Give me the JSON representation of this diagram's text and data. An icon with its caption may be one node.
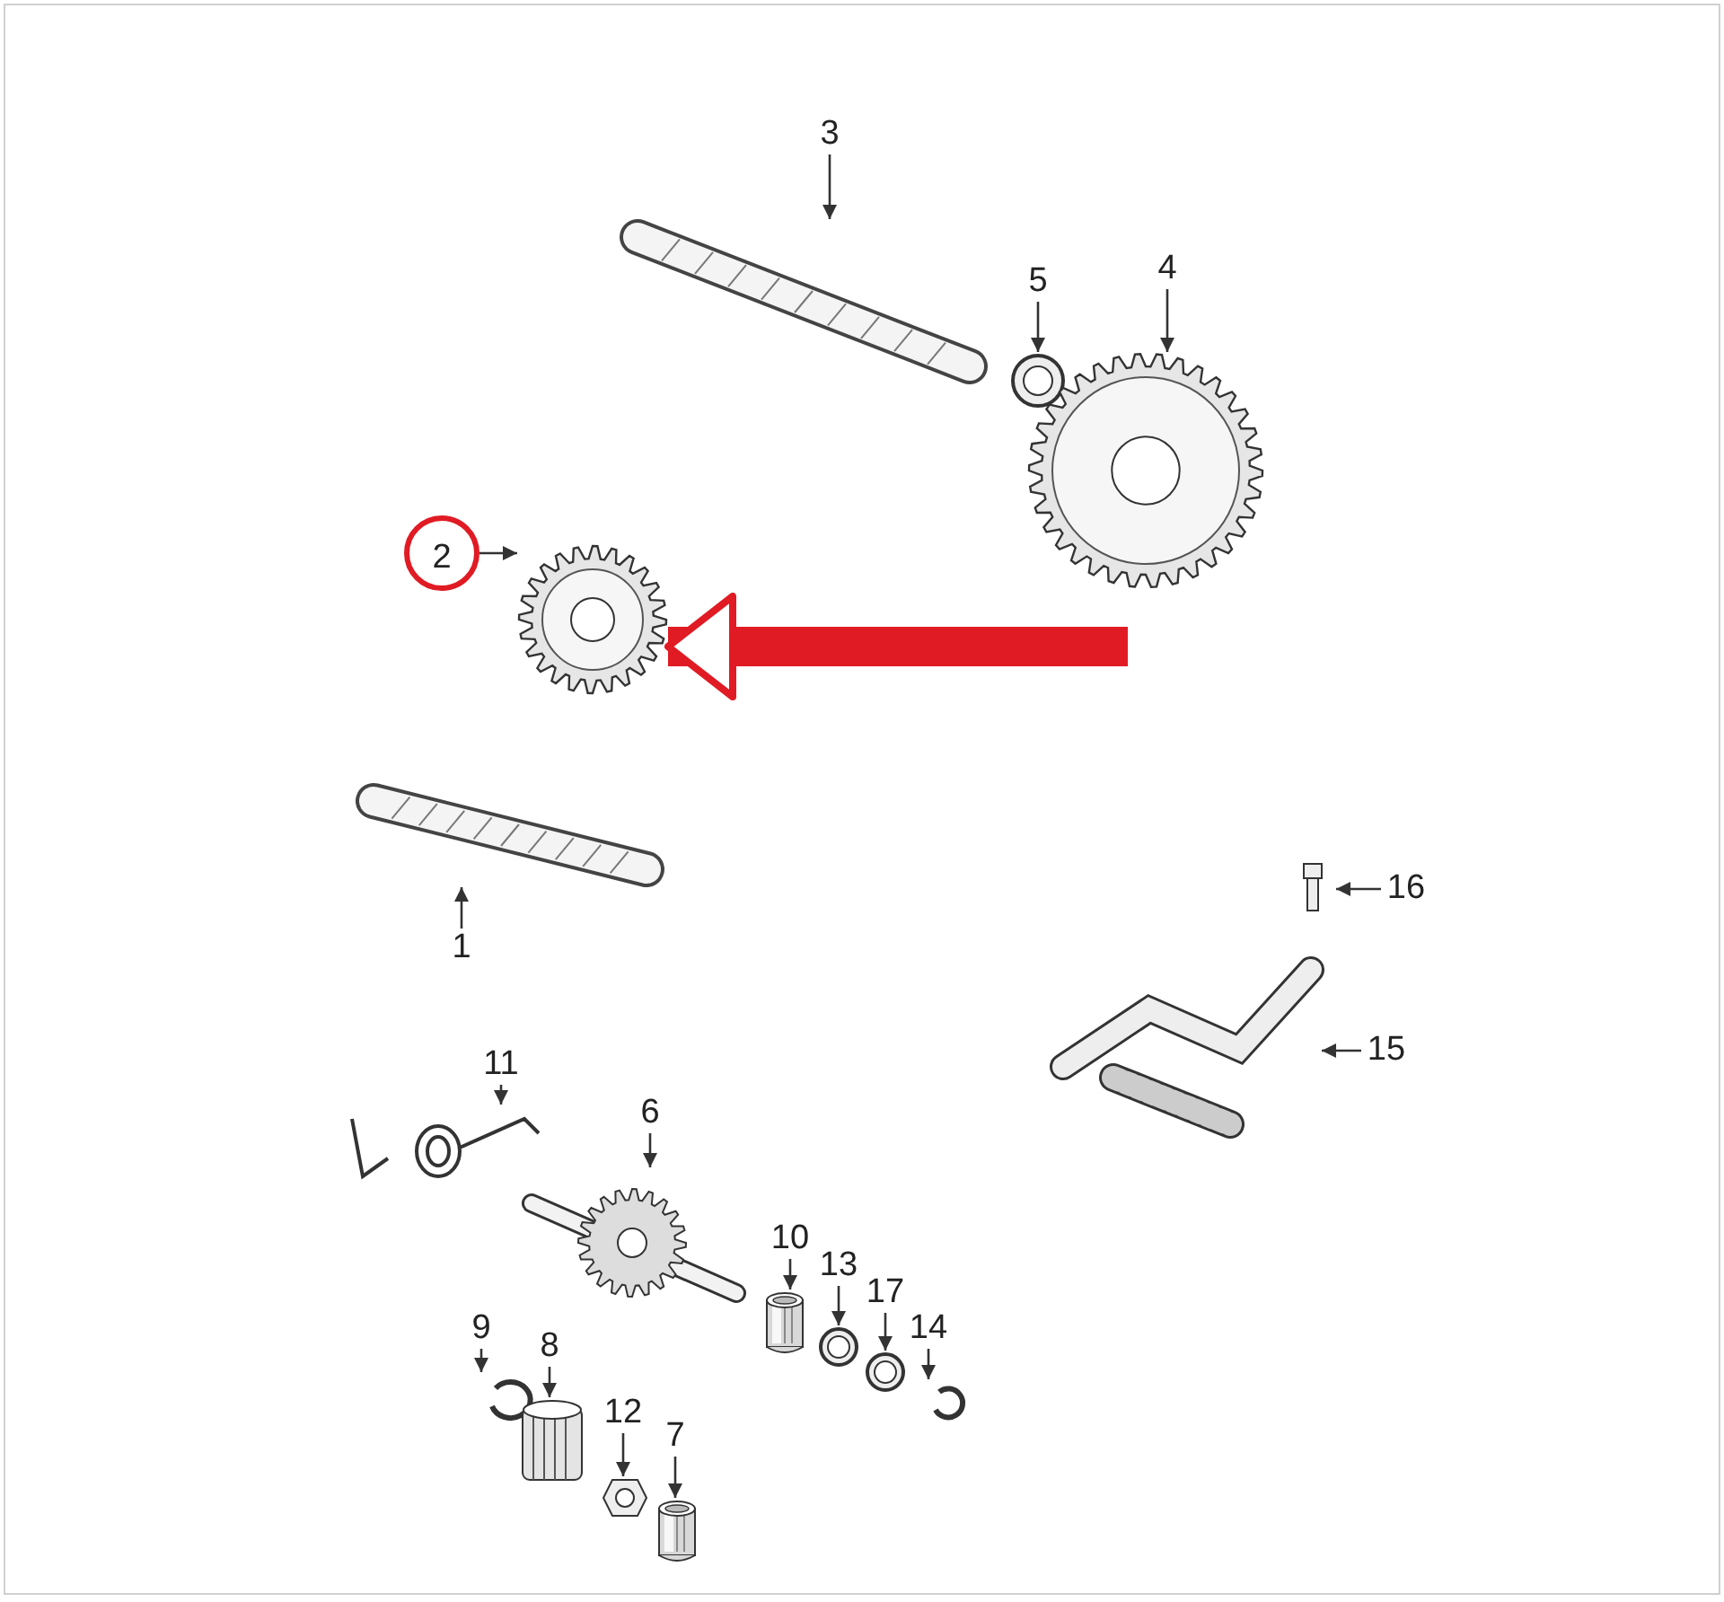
{
  "diagram": {
    "nodes": [
      {
        "text": [
          "3"
        ]
      },
      {
        "text": [],
        "shape": "picture"
      },
      {
        "text": [
          "5"
        ]
      },
      {
        "text": [],
        "shape": "picture"
      },
      {
        "text": [
          "4"
        ]
      },
      {
        "text": [],
        "shape": "picture"
      },
      {
        "text": [
          "2"
        ]
      },
      {
        "text": [],
        "shape": "picture"
      },
      {
        "text": [
          "1"
        ]
      },
      {
        "text": [],
        "shape": "picture"
      },
      {
        "text": [
          "16"
        ]
      },
      {
        "text": [],
        "shape": "picture"
      },
      {
        "text": [
          "15"
        ]
      },
      {
        "text": [],
        "shape": "picture"
      },
      {
        "text": [
          "11"
        ]
      },
      {
        "text": [],
        "shape": "picture"
      },
      {
        "text": [
          "6"
        ]
      },
      {
        "text": [],
        "shape": "picture"
      },
      {
        "text": [
          "10"
        ]
      },
      {
        "text": [],
        "shape": "picture"
      },
      {
        "text": [
          "13"
        ]
      },
      {
        "text": [],
        "shape": "picture"
      },
      {
        "text": [
          "17"
        ]
      },
      {
        "text": [],
        "shape": "picture"
      },
      {
        "text": [
          "14"
        ]
      },
      {
        "text": [],
        "shape": "picture"
      },
      {
        "text": [
          "9"
        ]
      },
      {
        "text": [],
        "shape": "picture"
      },
      {
        "text": [
          "8"
        ]
      },
      {
        "text": [],
        "shape": "picture"
      },
      {
        "text": [
          "12"
        ]
      },
      {
        "text": [],
        "shape": "picture"
      },
      {
        "text": [
          "7"
        ]
      },
      {
        "text": [],
        "shape": "picture"
      }
    ],
    "edges": [
      {
        "from": 0,
        "to": 1,
        "arrow": "to"
      },
      {
        "from": 2,
        "to": 3,
        "arrow": "to"
      },
      {
        "from": 4,
        "to": 5,
        "arrow": "to"
      },
      {
        "from": 6,
        "to": 7,
        "arrow": "to"
      },
      {
        "from": 8,
        "to": 9,
        "arrow": "to"
      },
      {
        "from": 10,
        "to": 11,
        "arrow": "to"
      },
      {
        "from": 12,
        "to": 13,
        "arrow": "to"
      },
      {
        "from": 14,
        "to": 15,
        "arrow": "to"
      },
      {
        "from": 16,
        "to": 17,
        "arrow": "to"
      },
      {
        "from": 18,
        "to": 19,
        "arrow": "to"
      },
      {
        "from": 20,
        "to": 21,
        "arrow": "to"
      },
      {
        "from": 22,
        "to": 23,
        "arrow": "to"
      },
      {
        "from": 24,
        "to": 25,
        "arrow": "to"
      },
      {
        "from": 26,
        "to": 27,
        "arrow": "to"
      },
      {
        "from": 28,
        "to": 29,
        "arrow": "to"
      },
      {
        "from": 30,
        "to": 31,
        "arrow": "to"
      },
      {
        "from": 32,
        "to": 33,
        "arrow": "to"
      },
      {
        "from": null,
        "to": 7,
        "arrow": "to",
        "style": "thick",
        "color": "#e01b24"
      }
    ]
  }
}
